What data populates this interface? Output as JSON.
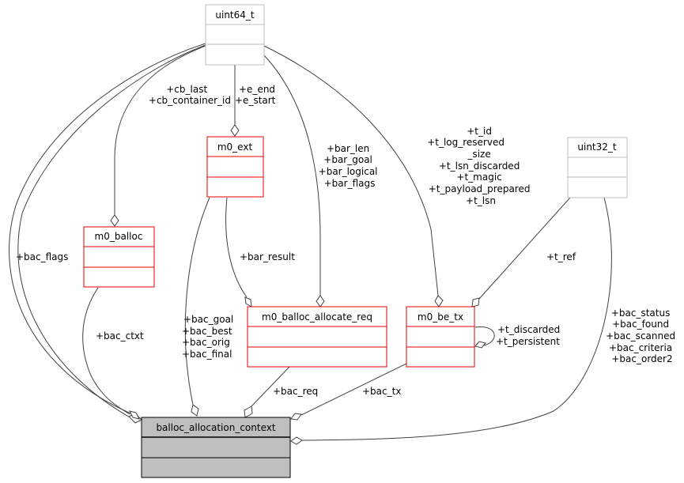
{
  "diagram": {
    "type": "collaboration-diagram",
    "colors": {
      "grey_border": "#bfbfbf",
      "red_border": "#e50000",
      "root_fill": "#bfbfbf",
      "root_border": "#000000",
      "edge": "#404040"
    },
    "nodes": {
      "uint64_t": {
        "title": "uint64_t"
      },
      "uint32_t": {
        "title": "uint32_t"
      },
      "m0_ext": {
        "title": "m0_ext"
      },
      "m0_balloc": {
        "title": "m0_balloc"
      },
      "m0_balloc_allocate_req": {
        "title": "m0_balloc_allocate_req"
      },
      "m0_be_tx": {
        "title": "m0_be_tx"
      },
      "balloc_allocation_context": {
        "title": "balloc_allocation_context"
      }
    },
    "edges": {
      "uint64_to_balloc": {
        "lines": [
          "+cb_last",
          "+cb_container_id"
        ]
      },
      "uint64_to_ext": {
        "lines": [
          "+e_end",
          "+e_start"
        ]
      },
      "uint64_to_req": {
        "lines": [
          "+bar_len",
          "+bar_goal",
          "+bar_logical",
          "+bar_flags"
        ]
      },
      "uint64_to_tx": {
        "lines": [
          "+t_id",
          "+t_log_reserved",
          "_size",
          "+t_lsn_discarded",
          "+t_magic",
          "+t_payload_prepared",
          "+t_lsn"
        ]
      },
      "uint64_to_ctx": {
        "lines": [
          "+bac_flags"
        ]
      },
      "uint32_to_tx": {
        "lines": [
          "+t_ref"
        ]
      },
      "uint32_to_ctx": {
        "lines": [
          "+bac_status",
          "+bac_found",
          "+bac_scanned",
          "+bac_criteria",
          "+bac_order2"
        ]
      },
      "ext_to_req": {
        "lines": [
          "+bar_result"
        ]
      },
      "ext_to_ctx": {
        "lines": [
          "+bac_goal",
          "+bac_best",
          "+bac_orig",
          "+bac_final"
        ]
      },
      "balloc_to_ctx": {
        "lines": [
          "+bac_ctxt"
        ]
      },
      "req_to_ctx": {
        "lines": [
          "+bac_req"
        ]
      },
      "tx_to_tx": {
        "lines": [
          "+t_discarded",
          "+t_persistent"
        ]
      },
      "tx_to_ctx": {
        "lines": [
          "+bac_tx"
        ]
      }
    }
  }
}
